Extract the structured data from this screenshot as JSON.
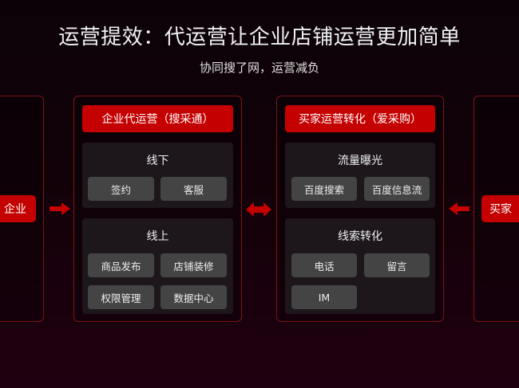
{
  "header": {
    "title": "运营提效：代运营让企业店铺运营更加简单",
    "subtitle": "协同搜了网，运营减负"
  },
  "colors": {
    "accent": "#c40000",
    "panel_border": "#7a1418",
    "group_bg": "#1d171c",
    "chip_bg": "#444444"
  },
  "left_node": {
    "label": "企业"
  },
  "right_node": {
    "label": "买家"
  },
  "arrows": {
    "left": "arrow-right",
    "middle": "arrow-both",
    "right": "arrow-left"
  },
  "panels": [
    {
      "title": "企业代运营（搜采通）",
      "groups": [
        {
          "title": "线下",
          "items": [
            "签约",
            "客服"
          ]
        },
        {
          "title": "线上",
          "items": [
            "商品发布",
            "店铺装修",
            "权限管理",
            "数据中心"
          ]
        }
      ]
    },
    {
      "title": "买家运营转化（爱采购）",
      "groups": [
        {
          "title": "流量曝光",
          "items": [
            "百度搜索",
            "百度信息流"
          ]
        },
        {
          "title": "线索转化",
          "items": [
            "电话",
            "留言",
            "IM"
          ]
        }
      ]
    }
  ]
}
